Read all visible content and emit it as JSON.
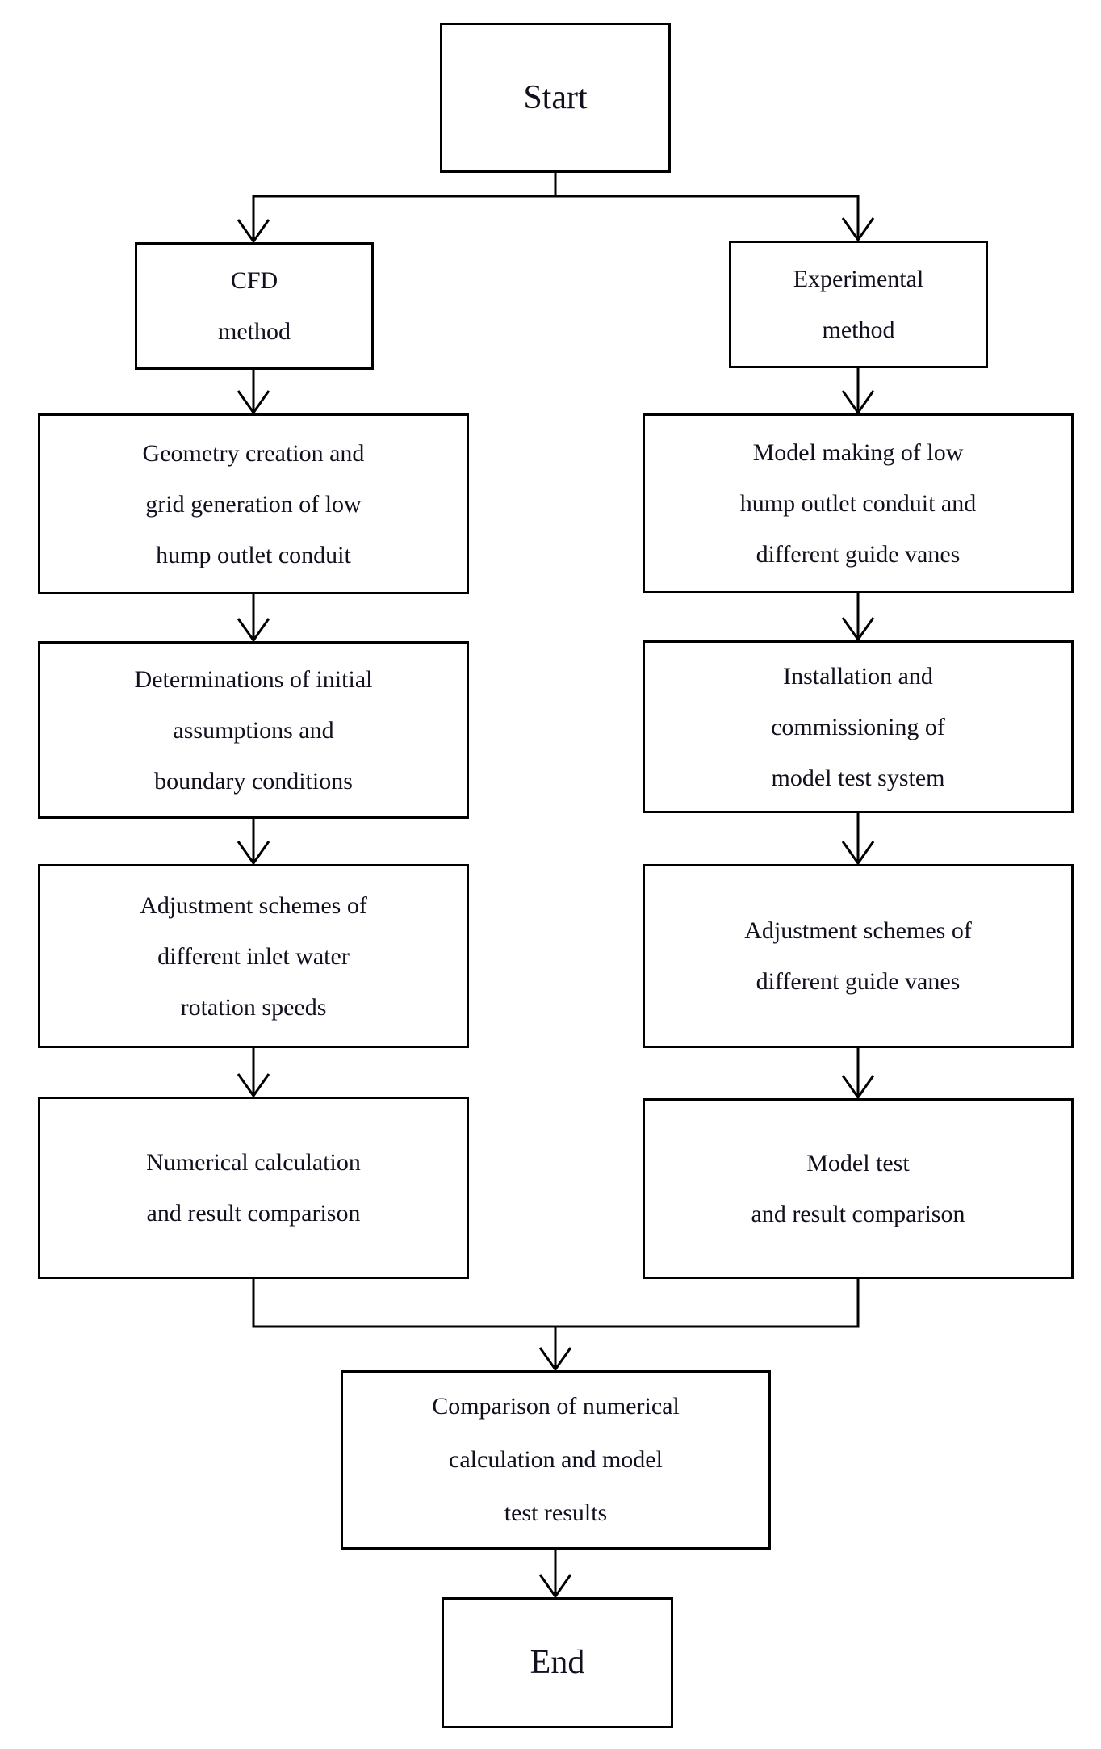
{
  "page": {
    "background_color": "#ffffff",
    "line_color": "#000000",
    "text_color": "#10101e"
  },
  "flowchart": {
    "start": "Start",
    "cfd_method": "CFD\nmethod",
    "experimental_method": "Experimental\nmethod",
    "left_steps": [
      "Geometry creation and\ngrid generation of low\nhump outlet conduit",
      "Determinations of initial\nassumptions and\nboundary conditions",
      "Adjustment schemes of\ndifferent inlet water\nrotation speeds",
      "Numerical calculation\nand result comparison"
    ],
    "right_steps": [
      "Model making of low\nhump outlet conduit and\ndifferent guide vanes",
      "Installation and\ncommissioning of\nmodel test system",
      "Adjustment schemes of\ndifferent guide vanes",
      "Model test\nand result comparison"
    ],
    "merge_step": "Comparison of numerical\ncalculation and model\ntest results",
    "end": "End"
  }
}
